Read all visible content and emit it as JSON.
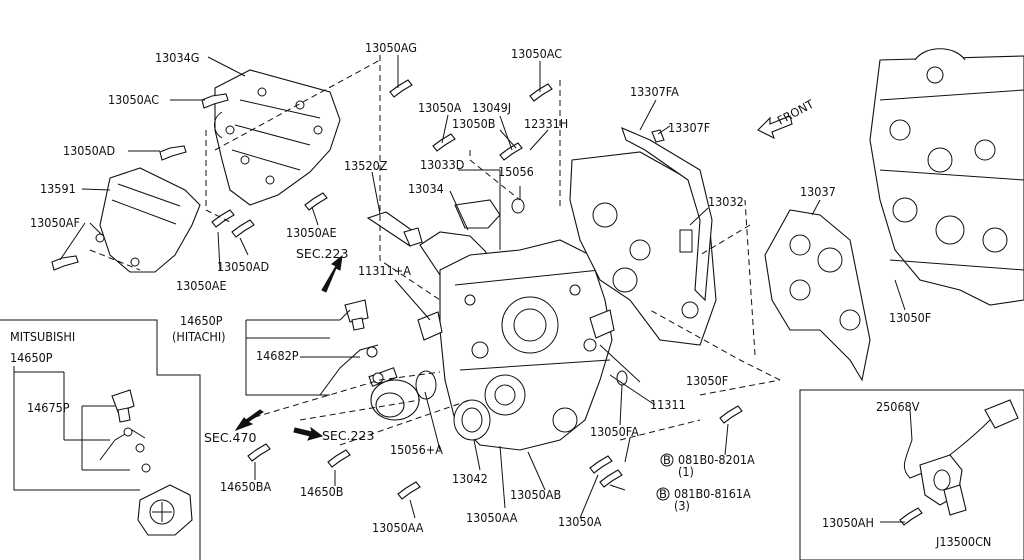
{
  "diagram": {
    "code": "J13500CN",
    "front_label": "FRONT",
    "labels": {
      "p13034G": "13034G",
      "p13050AC_1": "13050AC",
      "p13050AD_1": "13050AD",
      "p13591": "13591",
      "p13050AF": "13050AF",
      "p13050AE_1": "13050AE",
      "p13050AD_2": "13050AD",
      "p13050AE_2": "13050AE",
      "p13050AG": "13050AG",
      "p13050AC_2": "13050AC",
      "p13050A_1": "13050A",
      "p13049J": "13049J",
      "p13050B_1": "13050B",
      "p12331H": "12331H",
      "p13033D": "13033D",
      "p15056": "15056",
      "p13520Z": "13520Z",
      "p13034": "13034",
      "p13307FA": "13307FA",
      "p13307F": "13307F",
      "p13032": "13032",
      "p13037": "13037",
      "p13050F_1": "13050F",
      "p11311A": "11311+A",
      "p14650P_hitachi": "14650P",
      "hitachi": "(HITACHI)",
      "p14682P": "14682P",
      "p13050F_2": "13050F",
      "p11311": "11311",
      "p13050FA": "13050FA",
      "bolt1": "081B0-8201A",
      "bolt1_qty": "(1)",
      "bolt2": "081B0-8161A",
      "bolt2_qty": "(3)",
      "p15056A": "15056+A",
      "p13042": "13042",
      "p13050AB": "13050AB",
      "p13050AA_1": "13050AA",
      "p13050AA_2": "13050AA",
      "p13050A_2": "13050A",
      "p14650BA": "14650BA",
      "p14650B": "14650B",
      "mitsubishi": "MITSUBISHI",
      "p14650P_mits": "14650P",
      "p14675P": "14675P",
      "p25068V": "25068V",
      "p13050AH": "13050AH",
      "circ_b1": "B",
      "circ_b2": "B"
    },
    "sections": {
      "sec223_top": "SEC.223",
      "sec470": "SEC.470",
      "sec223_bottom": "SEC.223"
    }
  }
}
